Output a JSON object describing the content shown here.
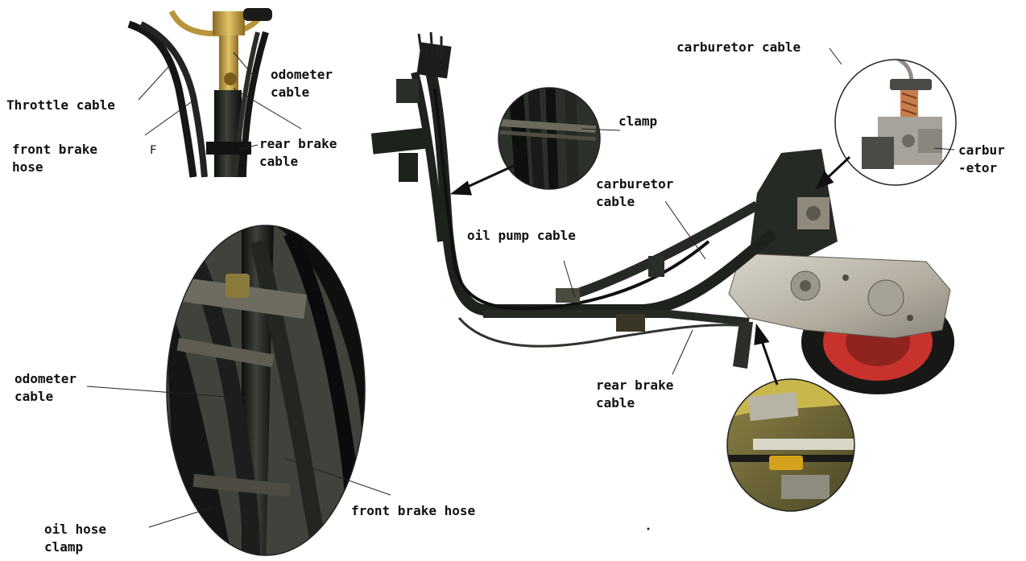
{
  "labels": {
    "throttle_cable": "Throttle cable",
    "front_brake_hose_top": [
      "front brake",
      "hose"
    ],
    "odometer_cable_top": [
      "odometer",
      "cable"
    ],
    "rear_brake_cable_top": [
      "rear brake",
      "cable"
    ],
    "small_mark": "F",
    "clamp": "clamp",
    "carburetor_cable_top": "carburetor cable",
    "carburetor": [
      "carbur",
      "-etor"
    ],
    "carburetor_cable_mid": [
      "carburetor",
      "cable"
    ],
    "oil_pump_cable": "oil pump cable",
    "rear_brake_cable_bottom": [
      "rear brake",
      "cable"
    ],
    "odometer_cable_bottom": [
      "odometer",
      "cable"
    ],
    "front_brake_hose_bottom": "front brake hose",
    "oil_hose_clamp": [
      "oil hose",
      "clamp"
    ]
  },
  "colors": {
    "frame": "#1e221d",
    "gold": "#b8953a",
    "aluminum": "#b9b4a8",
    "tire_red": "#c8322c",
    "brass": "#d4a21c",
    "leader": "#222222"
  }
}
